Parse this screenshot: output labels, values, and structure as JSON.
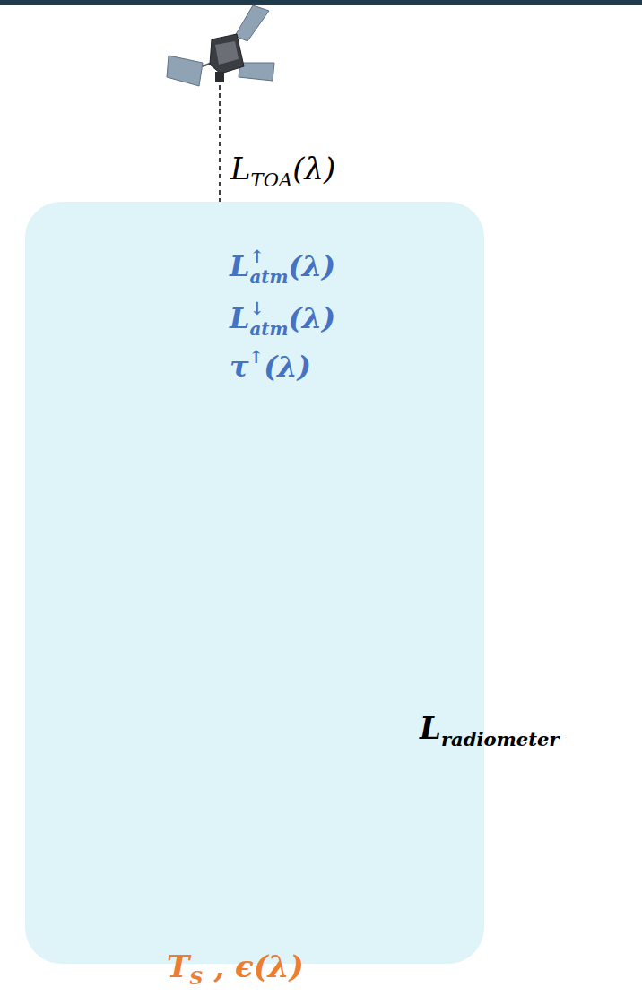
{
  "diagram": {
    "nodes": [
      {
        "text": [
          "L↑atm(λ)",
          "L↓atm(λ)",
          "τ↑(λ)"
        ]
      }
    ],
    "labels": [
      "LTOA(λ)",
      "Lradiometer",
      "TS , ϵ(λ)"
    ]
  }
}
